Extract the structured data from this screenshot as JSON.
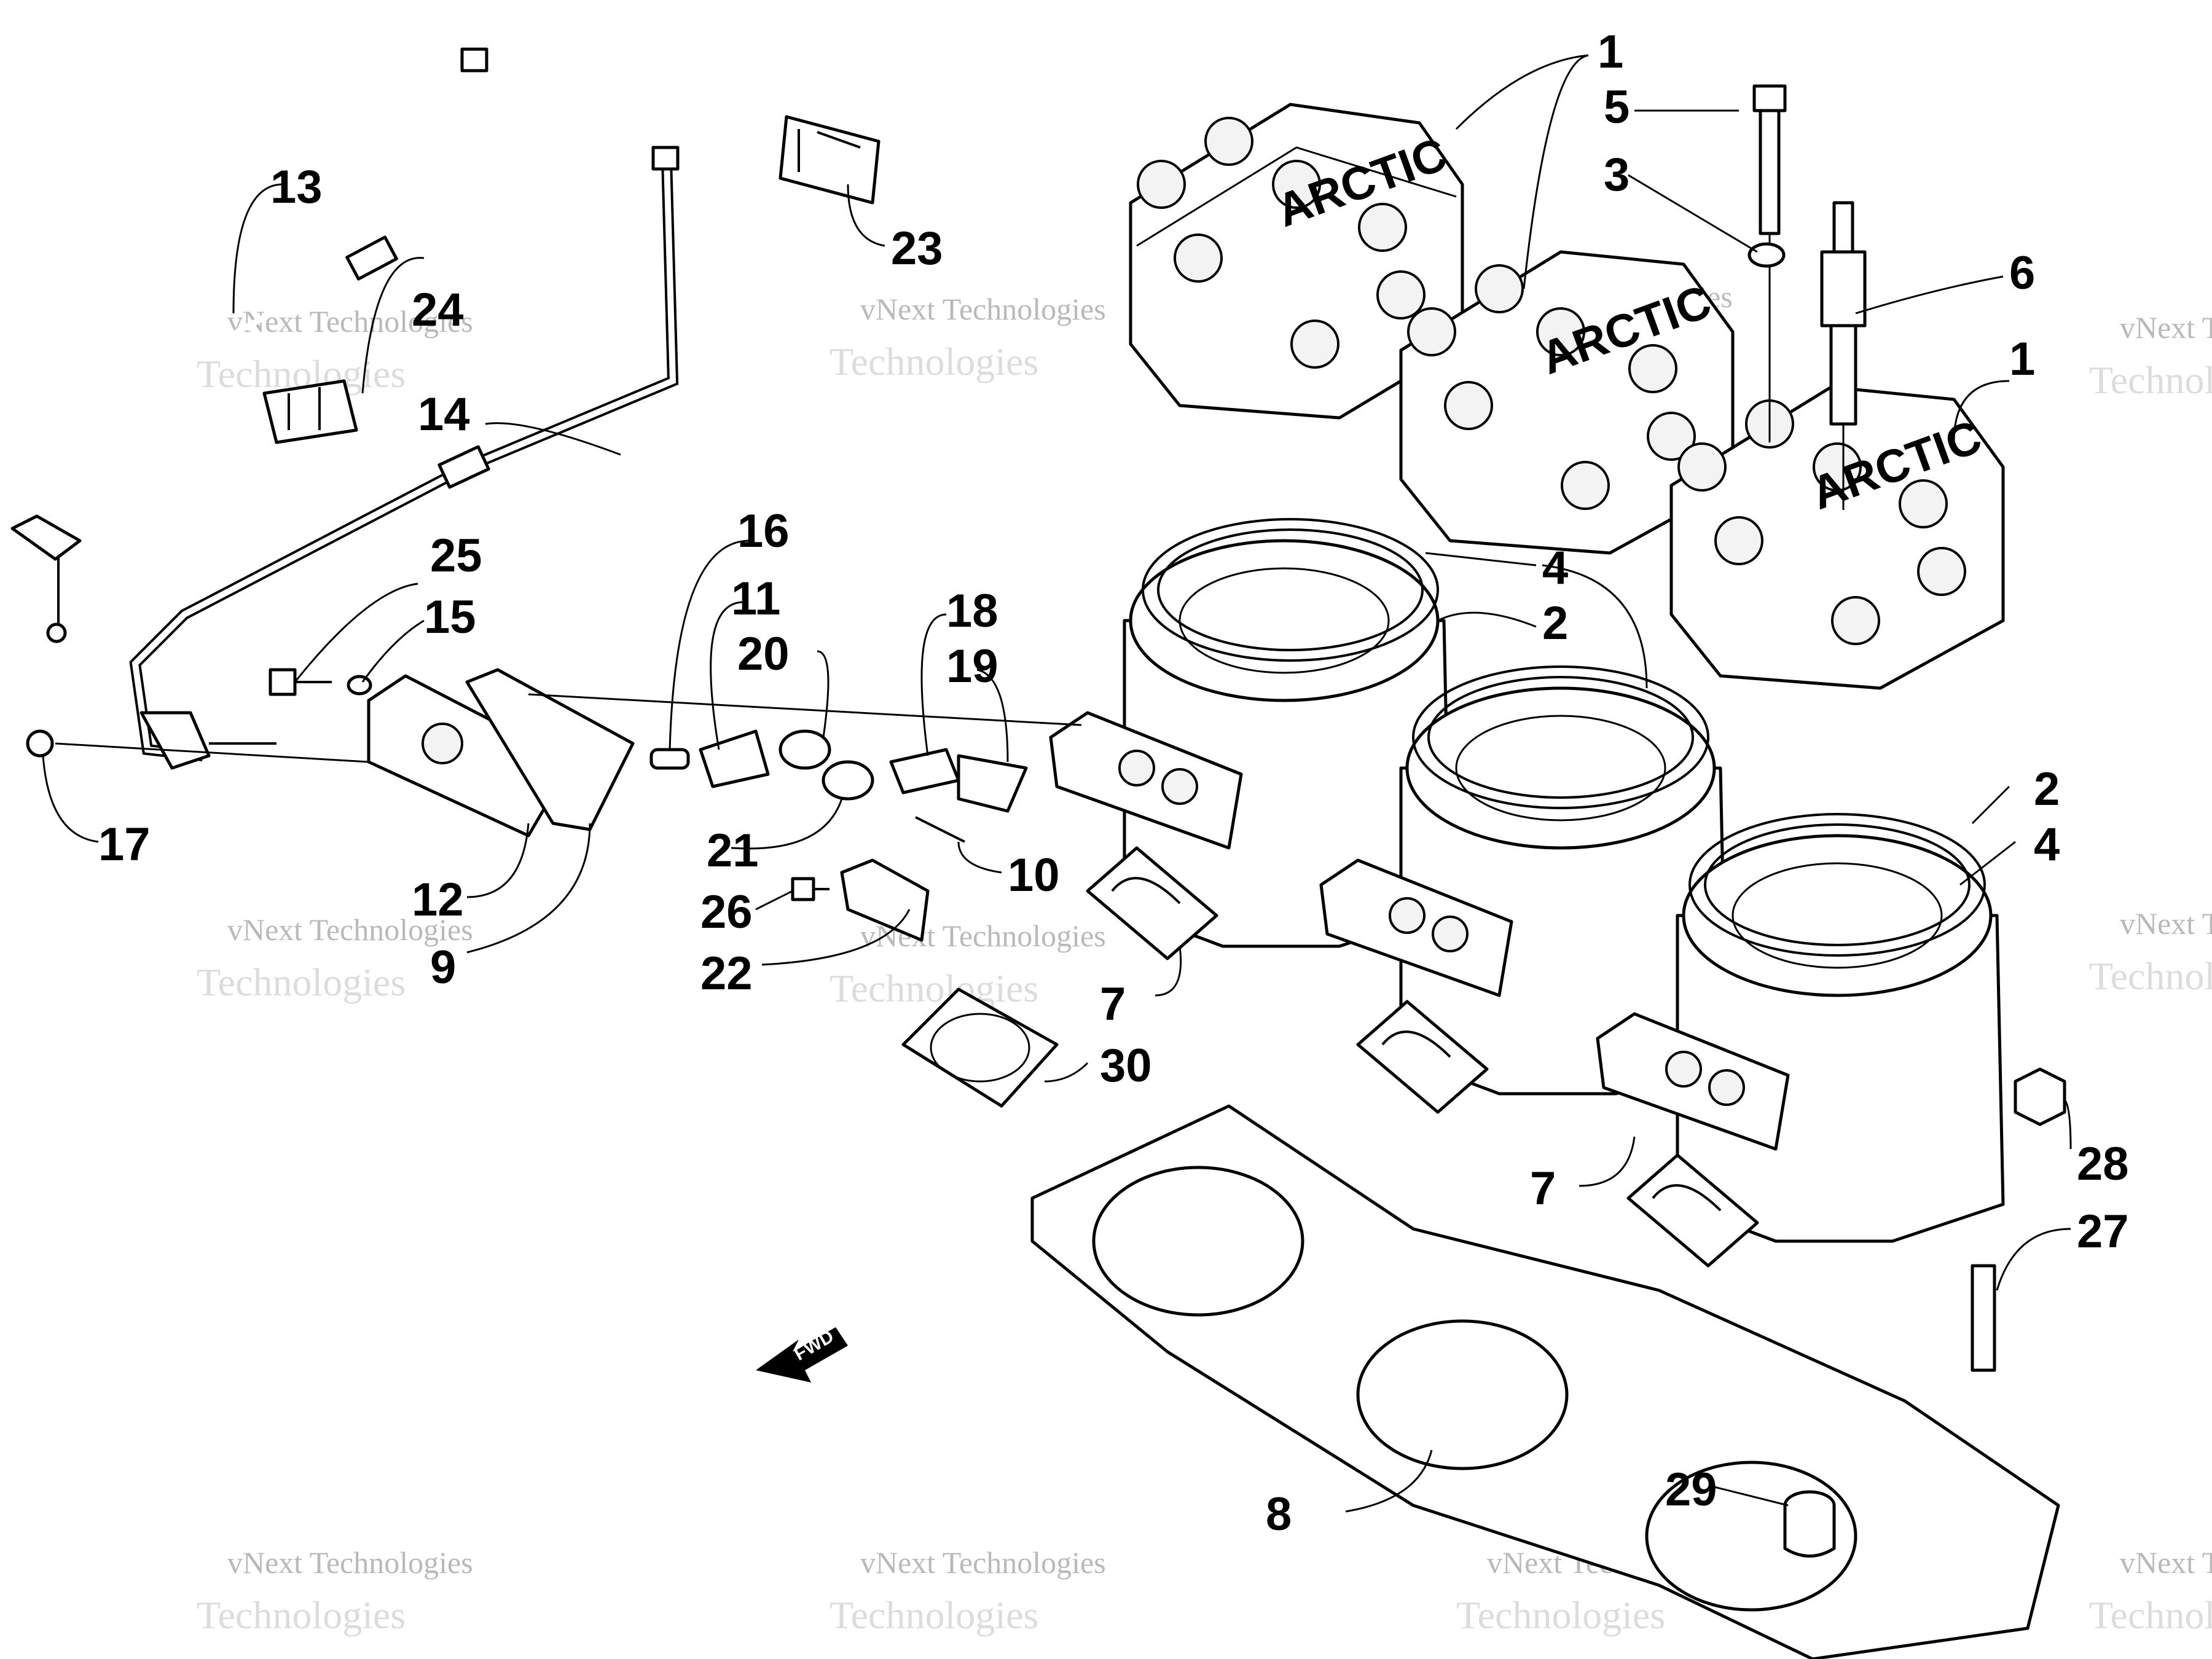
{
  "callouts": [
    {
      "id": "c1a",
      "text": "1"
    },
    {
      "id": "c1b",
      "text": "1"
    },
    {
      "id": "c2a",
      "text": "2"
    },
    {
      "id": "c2b",
      "text": "2"
    },
    {
      "id": "c3",
      "text": "3"
    },
    {
      "id": "c4a",
      "text": "4"
    },
    {
      "id": "c4b",
      "text": "4"
    },
    {
      "id": "c5",
      "text": "5"
    },
    {
      "id": "c6",
      "text": "6"
    },
    {
      "id": "c7a",
      "text": "7"
    },
    {
      "id": "c7b",
      "text": "7"
    },
    {
      "id": "c8",
      "text": "8"
    },
    {
      "id": "c9",
      "text": "9"
    },
    {
      "id": "c10",
      "text": "10"
    },
    {
      "id": "c11",
      "text": "11"
    },
    {
      "id": "c12",
      "text": "12"
    },
    {
      "id": "c13",
      "text": "13"
    },
    {
      "id": "c14",
      "text": "14"
    },
    {
      "id": "c15",
      "text": "15"
    },
    {
      "id": "c16",
      "text": "16"
    },
    {
      "id": "c17",
      "text": "17"
    },
    {
      "id": "c18",
      "text": "18"
    },
    {
      "id": "c19",
      "text": "19"
    },
    {
      "id": "c20",
      "text": "20"
    },
    {
      "id": "c21",
      "text": "21"
    },
    {
      "id": "c22",
      "text": "22"
    },
    {
      "id": "c23",
      "text": "23"
    },
    {
      "id": "c24",
      "text": "24"
    },
    {
      "id": "c25",
      "text": "25"
    },
    {
      "id": "c26",
      "text": "26"
    },
    {
      "id": "c27",
      "text": "27"
    },
    {
      "id": "c28",
      "text": "28"
    },
    {
      "id": "c29",
      "text": "29"
    },
    {
      "id": "c30",
      "text": "30"
    }
  ],
  "watermark": {
    "line1": "vNext Technologies",
    "line2": "Technologies"
  },
  "fwd_label": "FWD",
  "head_logo": "ARCTIC"
}
